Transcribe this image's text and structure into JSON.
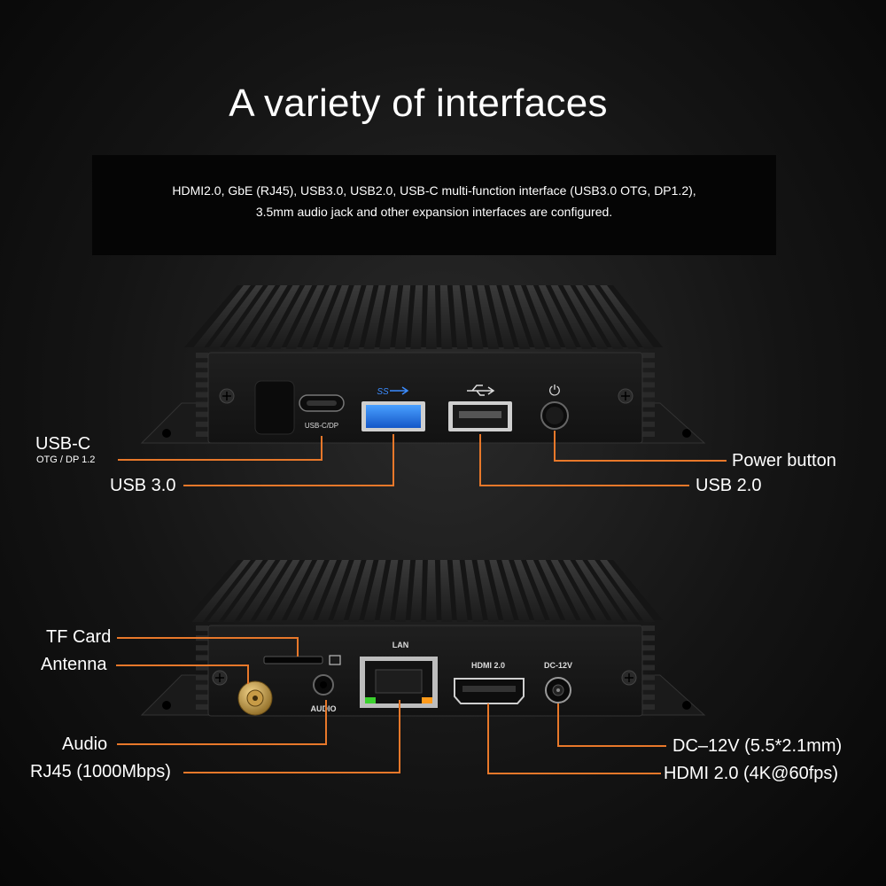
{
  "header": {
    "title": "A variety of interfaces",
    "description_line1": "HDMI2.0, GbE (RJ45), USB3.0, USB2.0, USB-C multi-function interface (USB3.0 OTG, DP1.2),",
    "description_line2": "3.5mm audio jack and other expansion interfaces are configured."
  },
  "front_device": {
    "port_marks": {
      "usbc": "USB-C/DP",
      "usb3_logo": "SS",
      "power_symbol": "⏻"
    },
    "callouts": {
      "usbc_title": "USB-C",
      "usbc_sub": "OTG / DP 1.2",
      "usb3": "USB 3.0",
      "power": "Power button",
      "usb2": "USB 2.0"
    }
  },
  "rear_device": {
    "port_marks": {
      "lan": "LAN",
      "hdmi": "HDMI 2.0",
      "dc": "DC-12V",
      "audio": "AUDIO"
    },
    "callouts": {
      "tf": "TF Card",
      "antenna": "Antenna",
      "audio": "Audio",
      "rj45": "RJ45 (1000Mbps)",
      "dc": "DC–12V (5.5*2.1mm)",
      "hdmi": "HDMI 2.0 (4K@60fps)"
    }
  },
  "colors": {
    "callout_line": "#e8782a",
    "background": "#141414",
    "device": "#1c1c1c"
  }
}
